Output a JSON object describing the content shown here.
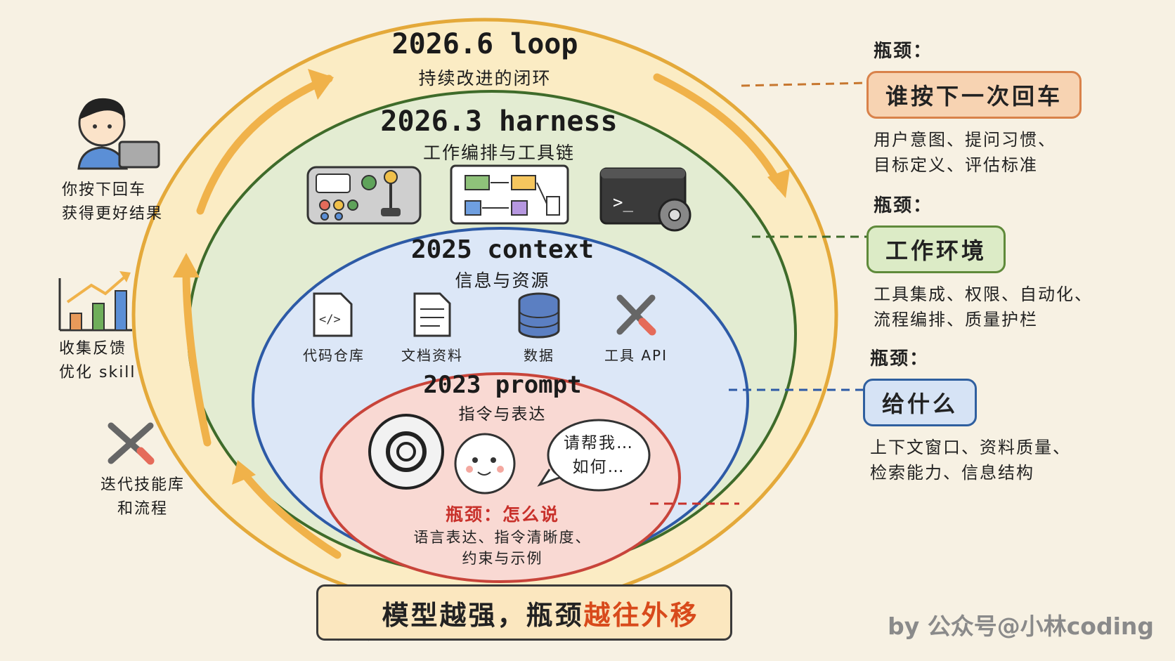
{
  "rings": {
    "loop": {
      "title": "2026.6 loop",
      "subtitle": "持续改进的闭环"
    },
    "harness": {
      "title": "2026.3 harness",
      "subtitle": "工作编排与工具链"
    },
    "context": {
      "title": "2025 context",
      "subtitle": "信息与资源",
      "items": [
        "代码仓库",
        "文档资料",
        "数据",
        "工具 API"
      ]
    },
    "prompt": {
      "title": "2023 prompt",
      "subtitle": "指令与表达",
      "bubble": [
        "请帮我…",
        "如何…"
      ],
      "bottleneck": "瓶颈：怎么说",
      "desc": [
        "语言表达、指令清晰度、",
        "约束与示例"
      ]
    }
  },
  "left_labels": [
    {
      "lines": [
        "你按下回车",
        "获得更好结果"
      ]
    },
    {
      "lines": [
        "收集反馈",
        "优化 skill"
      ]
    },
    {
      "lines": [
        "迭代技能库",
        "和流程"
      ]
    }
  ],
  "bottlenecks": [
    {
      "head": "瓶颈：",
      "box": "谁按下一次回车",
      "desc": [
        "用户意图、提问习惯、",
        "目标定义、评估标准"
      ],
      "color": "#d9824a",
      "fill": "#f7d3b2"
    },
    {
      "head": "瓶颈：",
      "box": "工作环境",
      "desc": [
        "工具集成、权限、自动化、",
        "流程编排、质量护栏"
      ],
      "color": "#5f8a3a",
      "fill": "#dcebc6"
    },
    {
      "head": "瓶颈：",
      "box": "给什么",
      "desc": [
        "上下文窗口、资料质量、",
        "检索能力、信息结构"
      ],
      "color": "#2f5f9f",
      "fill": "#d6e3f5"
    }
  ],
  "tagline": {
    "prefix": "模型越强，瓶颈",
    "highlight": "越往外移"
  },
  "watermark": "by 公众号@小林coding",
  "colors": {
    "loop_stroke": "#e4a93a",
    "loop_fill": "#fbecc4",
    "harness_stroke": "#3e6b2a",
    "harness_fill": "#e3ecd2",
    "context_stroke": "#2d5aa6",
    "context_fill": "#dce7f7",
    "prompt_stroke": "#c8443a",
    "prompt_fill": "#f9d9d3",
    "bottleneck_red": "#c8302a"
  }
}
